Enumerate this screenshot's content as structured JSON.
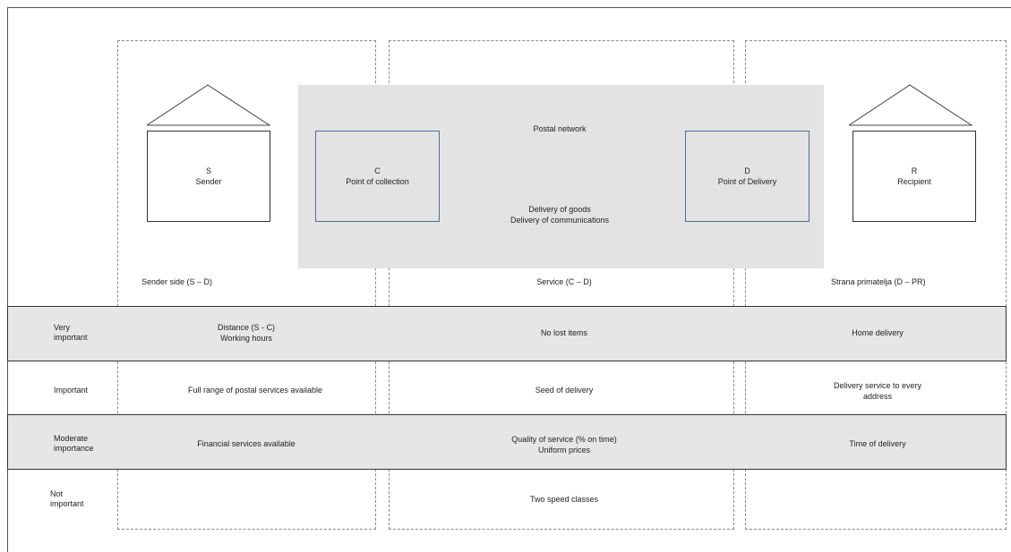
{
  "nodes": {
    "sender": {
      "code": "S",
      "name": "Sender"
    },
    "collection": {
      "code": "C",
      "name": "Point of collection"
    },
    "delivery_point": {
      "code": "D",
      "name": "Point of Delivery"
    },
    "recipient": {
      "code": "R",
      "name": "Recipient"
    }
  },
  "network": {
    "title": "Postal network",
    "line1": "Delivery of goods",
    "line2": "Delivery of communications"
  },
  "sections": {
    "sender_side": "Sender side (S – D)",
    "service": "Service (C – D)",
    "recipient_side": "Strana primatelja (D – PR)"
  },
  "rows": [
    {
      "level_1": "Very",
      "level_2": "important",
      "sender_1": "Distance  (S - C)",
      "sender_2": "Working hours",
      "service_1": "No lost items",
      "service_2": "",
      "recipient_1": "Home delivery",
      "recipient_2": ""
    },
    {
      "level_1": "Important",
      "level_2": "",
      "sender_1": "Full range of postal services available",
      "sender_2": "",
      "service_1": "Seed of delivery",
      "service_2": "",
      "recipient_1": "Delivery service to every",
      "recipient_2": "address"
    },
    {
      "level_1": "Moderate",
      "level_2": "importance",
      "sender_1": "Financial services available",
      "sender_2": "",
      "service_1": "Quality of service (% on time)",
      "service_2": "Uniform prices",
      "recipient_1": "Time of delivery",
      "recipient_2": ""
    },
    {
      "level_1": "Not",
      "level_2": "important",
      "sender_1": "",
      "sender_2": "",
      "service_1": "Two speed classes",
      "service_2": "",
      "recipient_1": "",
      "recipient_2": ""
    }
  ]
}
